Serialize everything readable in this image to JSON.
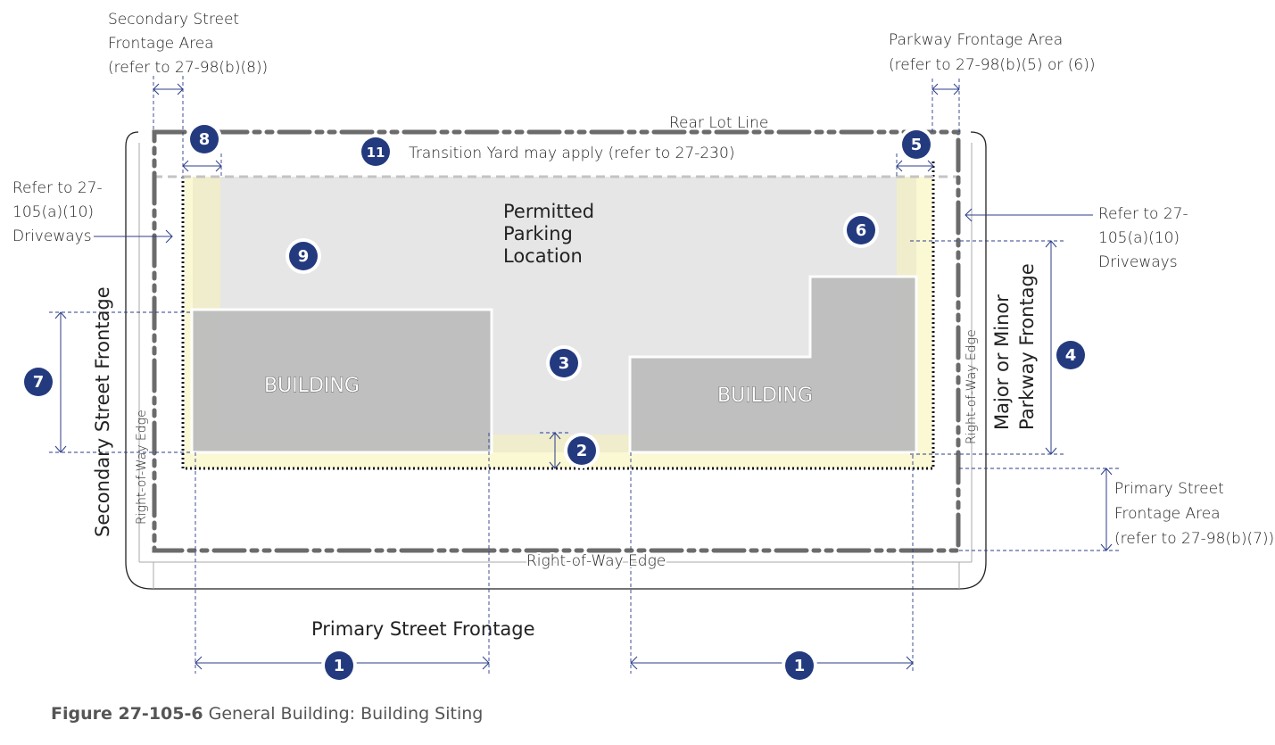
{
  "labels": {
    "secondary_area": [
      "Secondary Street",
      "Frontage Area",
      "(refer to 27-98(b)(8))"
    ],
    "parkway_area": [
      "Parkway Frontage Area",
      "(refer to 27-98(b)(5) or (6))"
    ],
    "rear_lot_line": "Rear Lot Line",
    "transition_yard": "Transition Yard may apply (refer to 27-230)",
    "driveways_left": [
      "Refer to 27-",
      "105(a)(10)",
      "Driveways"
    ],
    "driveways_right": [
      "Refer to 27-",
      "105(a)(10)",
      "Driveways"
    ],
    "parking": [
      "Permitted",
      "Parking",
      "Location"
    ],
    "building_left": "BUILDING",
    "building_right": "BUILDING",
    "secondary_frontage": "Secondary Street Frontage",
    "row_edge_left": "Right-of-Way Edge",
    "row_edge_right": "Right-of-Way Edge",
    "row_edge_bottom": "Right-of-Way Edge",
    "parkway_frontage": [
      "Major or Minor",
      "Parkway Frontage"
    ],
    "primary_area": [
      "Primary Street",
      "Frontage Area",
      "(refer to 27-98(b)(7))"
    ],
    "primary_frontage": "Primary Street Frontage"
  },
  "markers": {
    "m1a": "1",
    "m1b": "1",
    "m2": "2",
    "m3": "3",
    "m4": "4",
    "m5": "5",
    "m6": "6",
    "m7": "7",
    "m8": "8",
    "m9": "9",
    "m11": "11"
  },
  "caption": {
    "figure": "Figure 27-105-6",
    "title": " General Building: Building Siting"
  },
  "colors": {
    "marker": "#233a7f",
    "building": "#bdbdbd",
    "parking": "#e6e6e6",
    "frontage_yellow": "#fbf8d4",
    "lot_line": "#6b6b6b"
  }
}
